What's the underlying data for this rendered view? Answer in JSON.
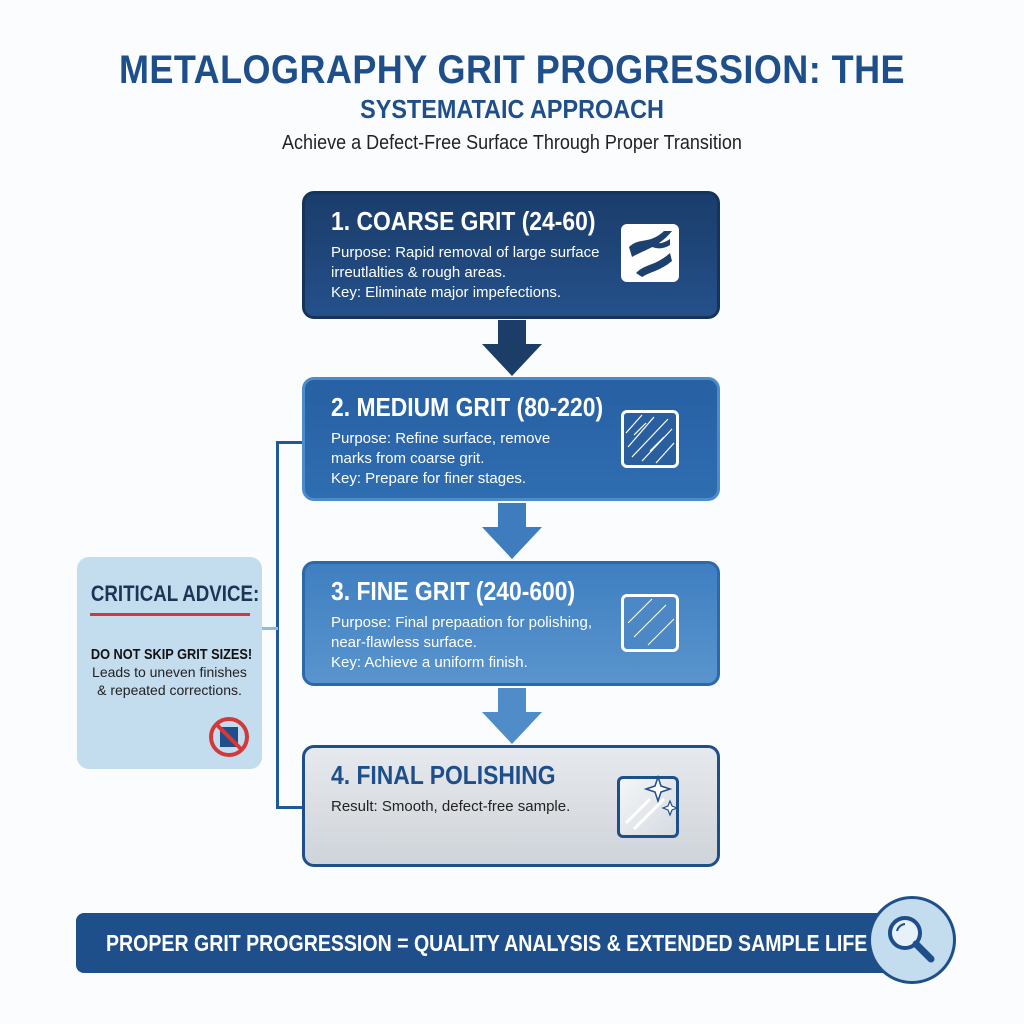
{
  "header": {
    "title_line1": "METALOGRAPHY GRIT PROGRESSION: THE",
    "title_line2": "SYSTEMATAIC APPROACH",
    "subtitle": "Achieve a Defect-Free Surface Through Proper Transition"
  },
  "steps": [
    {
      "title": "1. COARSE GRIT (24-60)",
      "lines": [
        "Purpose: Rapid removal of large surface",
        "irreutlalties & rough areas.",
        "Key: Eliminate major impefections."
      ],
      "icon": "coarse-scratch-icon"
    },
    {
      "title": "2. MEDIUM GRIT (80-220)",
      "lines": [
        "Purpose: Refine surface, remove",
        "marks from coarse grit.",
        "Key: Prepare for finer stages."
      ],
      "icon": "medium-scratch-icon"
    },
    {
      "title": "3. FINE GRIT (240-600)",
      "lines": [
        "Purpose: Final prepaation for polishing,",
        "near-flawless surface.",
        "Key: Achieve a uniform finish."
      ],
      "icon": "fine-scratch-icon"
    },
    {
      "title": "4. FINAL POLISHING",
      "lines": [
        "Result: Smooth, defect-free sample."
      ],
      "icon": "polished-sparkle-icon"
    }
  ],
  "advice": {
    "title": "CRITICAL ADVICE:",
    "warning": "DO NOT SKIP GRIT SIZES!",
    "desc_line1": "Leads to uneven finishes",
    "desc_line2": "& repeated corrections.",
    "icon": "no-skip-icon"
  },
  "banner": {
    "text": "PROPER GRIT PROGRESSION = QUALITY ANALYSIS & EXTENDED SAMPLE LIFE",
    "icon": "magnifier-icon"
  },
  "colors": {
    "primary": "#1f4f8a",
    "dark": "#1a3d6b",
    "light": "#c3dcee",
    "red": "#d23a3a"
  }
}
